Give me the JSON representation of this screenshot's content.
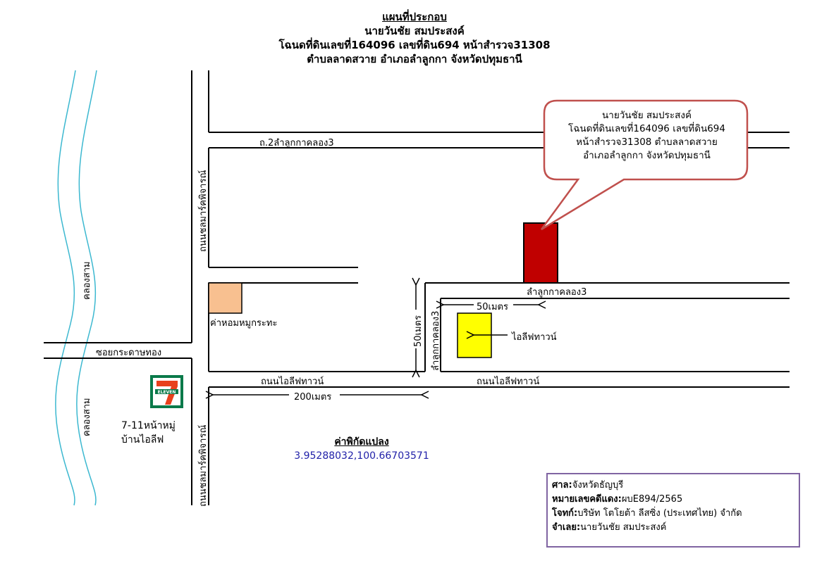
{
  "title": {
    "heading": "แผนที่ประกอบ",
    "name": "นายวันชัย สมประสงค์",
    "deed": "โฉนดที่ดินเลขที่164096 เลขที่ดิน694 หน้าสำรวจ31308",
    "location": "ตำบลลาดสวาย อำเภอลำลูกกา จังหวัดปทุมธานี"
  },
  "callout": {
    "line1": "นายวันชัย สมประสงค์",
    "line2": "โฉนดที่ดินเลขที่164096 เลขที่ดิน694",
    "line3": "หน้าสำรวจ31308 ตำบลลาดสวาย",
    "line4": "อำเภอลำลูกกา จังหวัดปทุมธานี"
  },
  "labels": {
    "road_top": "ถ.2ลำลูกกาคลอง3",
    "road_vertical_upper": "ถนนชลมาร์คพิจารณ์",
    "road_vertical_lower": "ถนนชลมาร์คพิจารณ์",
    "canal_upper": "คลองสาม",
    "canal_lower": "คลองสาม",
    "soi": "ซอยกระดาษทอง",
    "restaurant": "ค่าหอมหมูกระทะ",
    "road_ilive_left": "ถนนไอลีฟทาวน์",
    "road_ilive_right": "ถนนไอลีฟทาวน์",
    "road_klong3_h": "ลำลูกกาคลอง3",
    "road_klong3_v": "ลำลูกกาคลอง3",
    "dist_200": "200เมตร",
    "dist_50_v": "50เมตร",
    "dist_50_h": "50เมตร",
    "ilive_town": "ไอลีฟทาวน์",
    "seven_eleven_line1": "7-11หน้าหมู่",
    "seven_eleven_line2": "บ้านไอลีฟ",
    "seven_eleven_logo": "ELEVEN"
  },
  "coordinates": {
    "heading": "ค่าพิกัดแปลง",
    "value": "3.95288032,100.66703571"
  },
  "case_info": {
    "court_label": "ศาล:",
    "court_value": "จังหวัดธัญบุรี",
    "case_no_label": "หมายเลขคดีแดง:",
    "case_no_value": "ผบE894/2565",
    "plaintiff_label": "โจทก์:",
    "plaintiff_value": "บริษัท โตโยต้า ลีสซิ่ง (ประเทศไทย) จำกัด",
    "defendant_label": "จำเลย:",
    "defendant_value": "นายวันชัย สมประสงค์"
  },
  "colors": {
    "plot": "#c00000",
    "ilive": "#ffff00",
    "restaurant": "#f8c090",
    "canal": "#3cb8d0",
    "callout_border": "#c0504d",
    "info_border": "#8064a2",
    "coordinates": "#1f1fa8"
  }
}
